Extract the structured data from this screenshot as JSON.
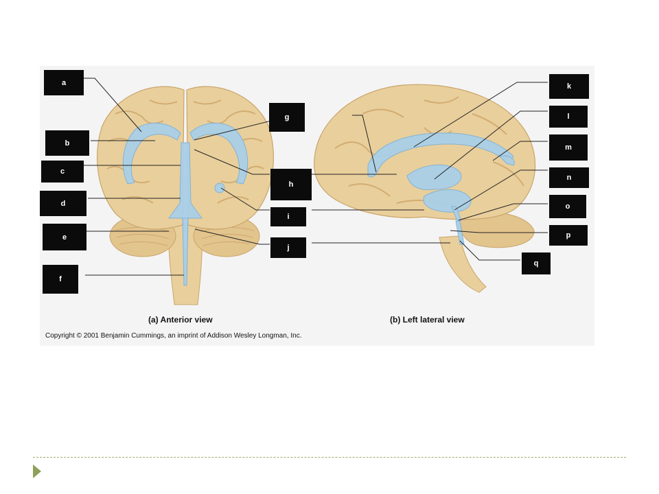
{
  "figure": {
    "labels": [
      "a",
      "b",
      "c",
      "d",
      "e",
      "f",
      "g",
      "h",
      "i",
      "j",
      "k",
      "l",
      "m",
      "n",
      "o",
      "p",
      "q"
    ],
    "captions": {
      "anterior": "(a) Anterior view",
      "lateral": "(b) Left lateral view"
    },
    "copyright": "Copyright © 2001 Benjamin Cummings, an imprint of Addison Wesley Longman, Inc."
  },
  "colors": {
    "brain": "#e9cf9c",
    "brain_edge": "#c9a46a",
    "gyri": "#d2ad72",
    "ventricle": "#a9cfe8",
    "ventricle_edge": "#7fb1d6",
    "cerebellum": "#e2c48d",
    "label_bg": "#0b0b0b",
    "leader": "#222222",
    "footer_line": "#9aab6a",
    "footer_bullet": "#8ea05a"
  }
}
